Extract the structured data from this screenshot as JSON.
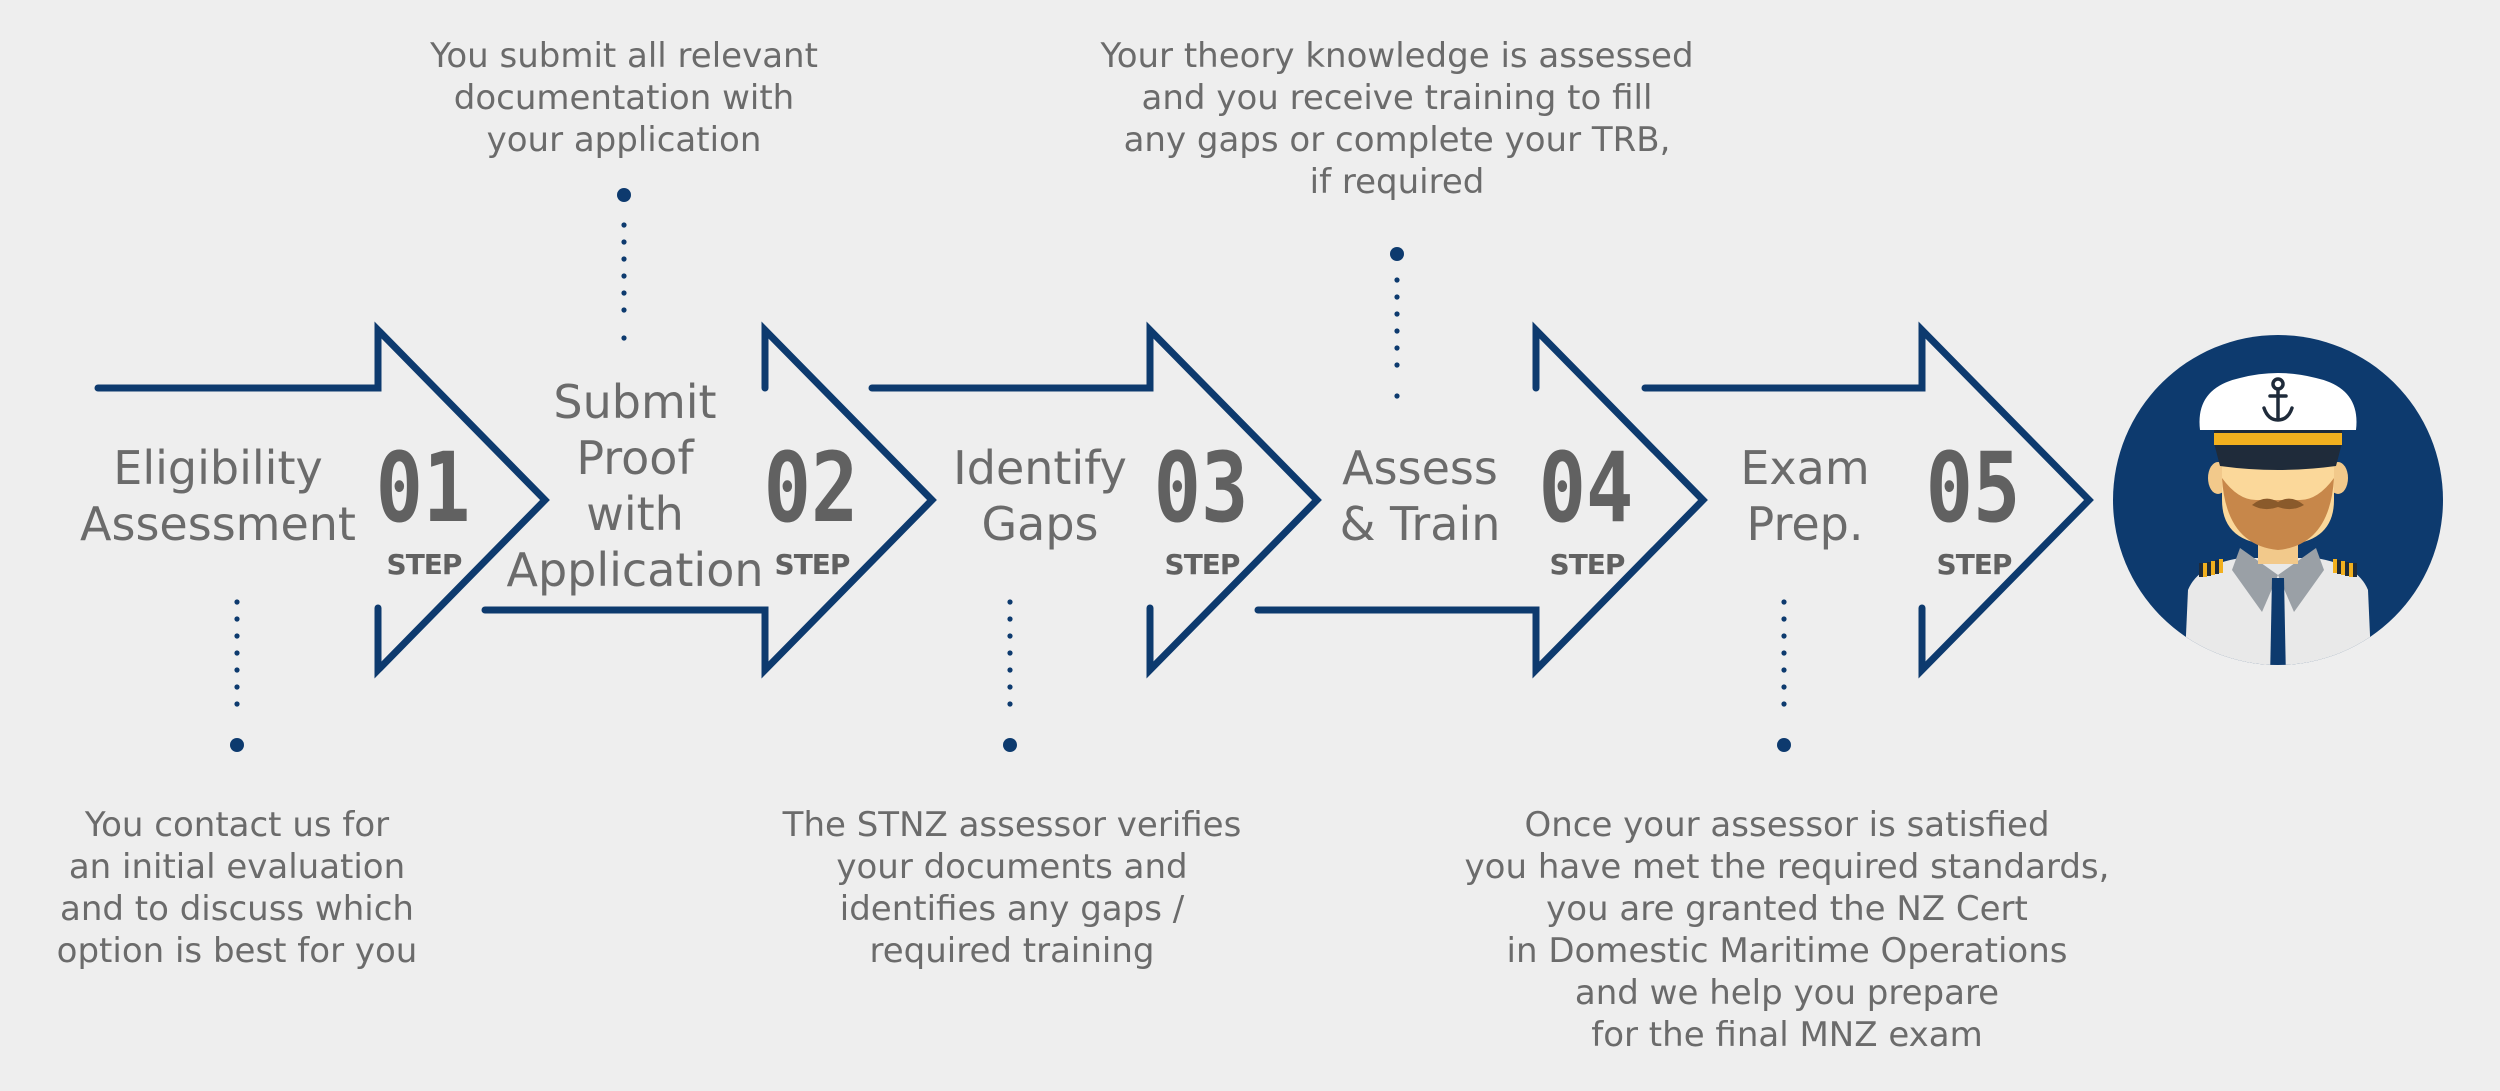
{
  "colors": {
    "navy": "#0d3a6e",
    "text": "#6b6b6b",
    "background": "#eeeeee"
  },
  "steps": [
    {
      "title": "Eligibility\nAssessment",
      "number": "01",
      "step_label": "STEP",
      "description": "You contact us for\nan initial evaluation\nand to discuss which\noption is best for you"
    },
    {
      "title": "Submit\nProof\nwith\nApplication",
      "number": "02",
      "step_label": "STEP",
      "description": "You submit all relevant\ndocumentation with\nyour application"
    },
    {
      "title": "Identify\nGaps",
      "number": "03",
      "step_label": "STEP",
      "description": "The STNZ assessor verifies\nyour documents and\nidentifies any gaps /\nrequired training"
    },
    {
      "title": "Assess\n& Train",
      "number": "04",
      "step_label": "STEP",
      "description": "Your theory knowledge is assessed\nand you receive training to fill\nany gaps or complete your TRB,\nif required"
    },
    {
      "title": "Exam\nPrep.",
      "number": "05",
      "step_label": "STEP",
      "description": "Once your assessor is satisfied\nyou have met the required standards,\nyou are granted the NZ Cert\nin Domestic Maritime Operations\nand we help you prepare\nfor the final MNZ exam"
    }
  ],
  "avatar": {
    "icon": "ship-captain-icon"
  }
}
